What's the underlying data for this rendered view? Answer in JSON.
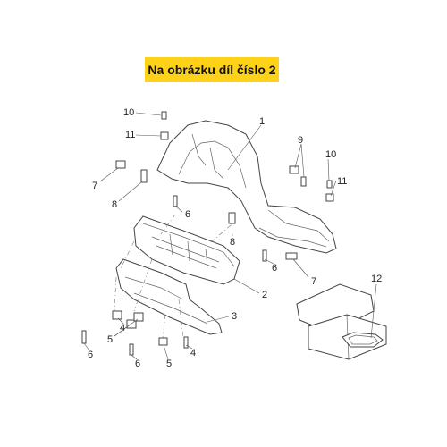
{
  "banner": {
    "text": "Na obrázku díl číslo 2",
    "color": "#ffd21a"
  },
  "callouts": {
    "c10a": "10",
    "c11a": "11",
    "c7a": "7",
    "c8a": "8",
    "c6a": "6",
    "c1": "1",
    "c9": "9",
    "c10b": "10",
    "c11b": "11",
    "c8b": "8",
    "c6b": "6",
    "c7b": "7",
    "c2": "2",
    "c3": "3",
    "c12": "12",
    "c4a": "4",
    "c5a": "5",
    "c6c": "6",
    "c6d": "6",
    "c5b": "5",
    "c4b": "4"
  }
}
